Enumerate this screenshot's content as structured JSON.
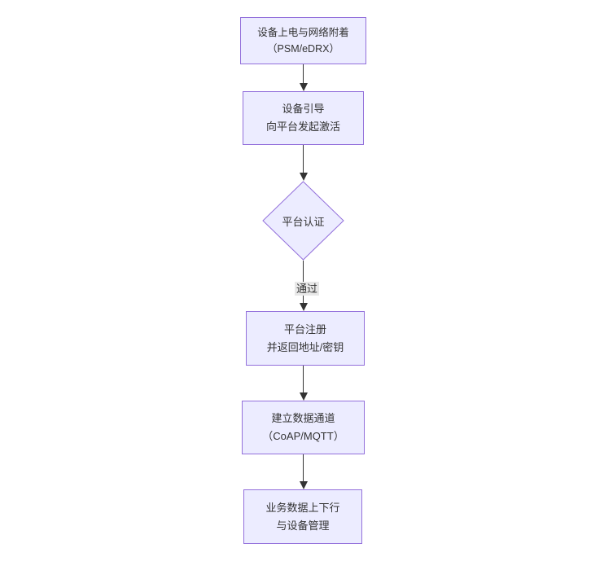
{
  "diagram": {
    "type": "flowchart-top-down",
    "colors": {
      "node_fill": "#ECECFF",
      "node_border": "#9370DB",
      "edge_color": "#333333",
      "text_color": "#333333",
      "edge_label_bg": "#e8e8e8",
      "canvas_bg": "#ffffff"
    },
    "nodes": [
      {
        "id": "power-attach",
        "shape": "rect",
        "lines": [
          "设备上电与网络附着",
          "（PSM/eDRX）"
        ]
      },
      {
        "id": "bootstrap",
        "shape": "rect",
        "lines": [
          "设备引导",
          "向平台发起激活"
        ]
      },
      {
        "id": "auth-decision",
        "shape": "diamond",
        "lines": [
          "平台认证"
        ]
      },
      {
        "id": "register",
        "shape": "rect",
        "lines": [
          "平台注册",
          "并返回地址/密钥"
        ]
      },
      {
        "id": "data-channel",
        "shape": "rect",
        "lines": [
          "建立数据通道",
          "（CoAP/MQTT）"
        ]
      },
      {
        "id": "business",
        "shape": "rect",
        "lines": [
          "业务数据上下行",
          "与设备管理"
        ]
      }
    ],
    "edges": [
      {
        "from": "power-attach",
        "to": "bootstrap",
        "label": ""
      },
      {
        "from": "bootstrap",
        "to": "auth-decision",
        "label": ""
      },
      {
        "from": "auth-decision",
        "to": "register",
        "label": "通过"
      },
      {
        "from": "register",
        "to": "data-channel",
        "label": ""
      },
      {
        "from": "data-channel",
        "to": "business",
        "label": ""
      }
    ]
  }
}
